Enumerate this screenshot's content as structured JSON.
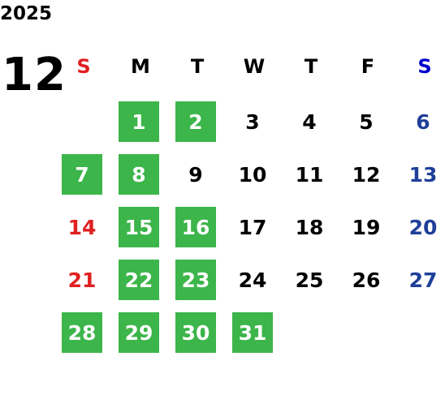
{
  "calendar": {
    "year": "2025",
    "month": "12",
    "weekdays": [
      "S",
      "M",
      "T",
      "W",
      "T",
      "F",
      "S"
    ],
    "colors": {
      "highlight_bg": "#3cb54a",
      "highlight_text": "#ffffff",
      "sunday": "#e02020",
      "saturday_header": "#0000cc",
      "saturday": "#1f3f99",
      "default": "#000000"
    },
    "first_weekday_index": 1,
    "days": [
      {
        "label": "1",
        "highlighted": true
      },
      {
        "label": "2",
        "highlighted": true
      },
      {
        "label": "3",
        "highlighted": false
      },
      {
        "label": "4",
        "highlighted": false
      },
      {
        "label": "5",
        "highlighted": false
      },
      {
        "label": "6",
        "highlighted": false
      },
      {
        "label": "7",
        "highlighted": true
      },
      {
        "label": "8",
        "highlighted": true
      },
      {
        "label": "9",
        "highlighted": false
      },
      {
        "label": "10",
        "highlighted": false
      },
      {
        "label": "11",
        "highlighted": false
      },
      {
        "label": "12",
        "highlighted": false
      },
      {
        "label": "13",
        "highlighted": false
      },
      {
        "label": "14",
        "highlighted": false
      },
      {
        "label": "15",
        "highlighted": true
      },
      {
        "label": "16",
        "highlighted": true
      },
      {
        "label": "17",
        "highlighted": false
      },
      {
        "label": "18",
        "highlighted": false
      },
      {
        "label": "19",
        "highlighted": false
      },
      {
        "label": "20",
        "highlighted": false
      },
      {
        "label": "21",
        "highlighted": false
      },
      {
        "label": "22",
        "highlighted": true
      },
      {
        "label": "23",
        "highlighted": true
      },
      {
        "label": "24",
        "highlighted": false
      },
      {
        "label": "25",
        "highlighted": false
      },
      {
        "label": "26",
        "highlighted": false
      },
      {
        "label": "27",
        "highlighted": false
      },
      {
        "label": "28",
        "highlighted": true
      },
      {
        "label": "29",
        "highlighted": true
      },
      {
        "label": "30",
        "highlighted": true
      },
      {
        "label": "31",
        "highlighted": true
      }
    ]
  }
}
